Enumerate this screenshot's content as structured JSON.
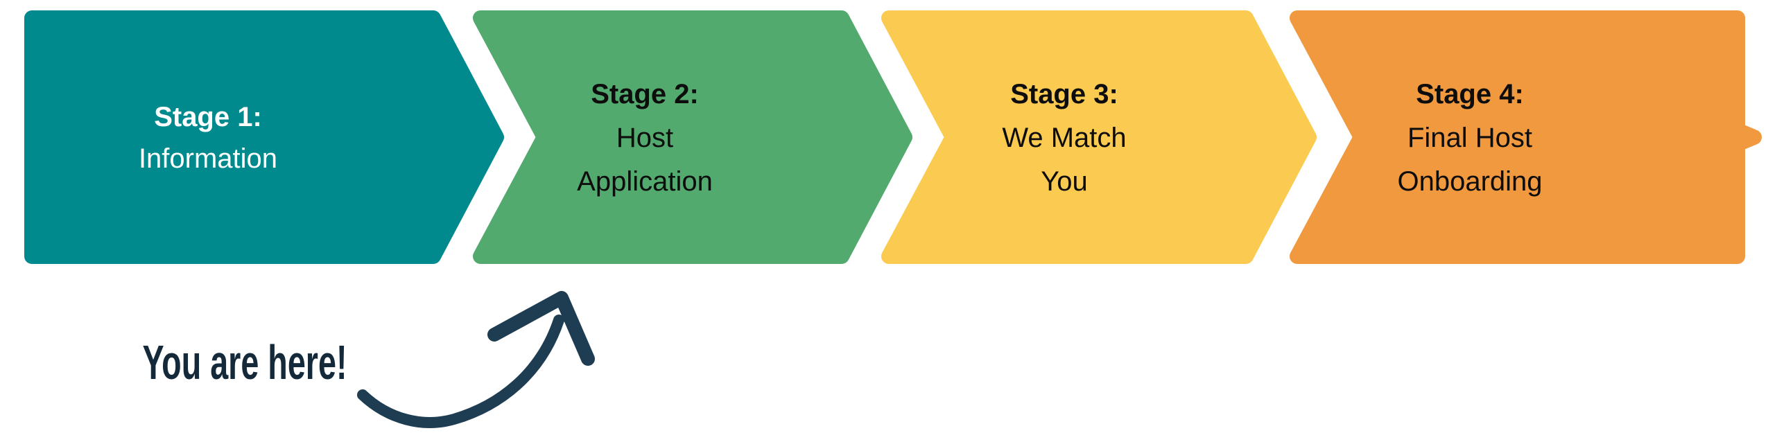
{
  "canvas": {
    "background": "#ffffff"
  },
  "stages": [
    {
      "title": "Stage 1:",
      "lines": [
        "Information"
      ],
      "color": "#008a8d",
      "text_color": "#ffffff"
    },
    {
      "title": "Stage 2:",
      "lines": [
        "Host",
        "Application"
      ],
      "color": "#53aa6e",
      "text_color": "#0d0d0d"
    },
    {
      "title": "Stage 3:",
      "lines": [
        "We Match",
        "You"
      ],
      "color": "#fbca50",
      "text_color": "#0d0d0d"
    },
    {
      "title": "Stage 4:",
      "lines": [
        "Final Host",
        "Onboarding"
      ],
      "color": "#f0993f",
      "text_color": "#0d0d0d"
    }
  ],
  "annotation": {
    "label": "You are here!",
    "label_color": "#14293a",
    "arrow_color": "#1e3d52",
    "points_to": "Stage 2:"
  }
}
